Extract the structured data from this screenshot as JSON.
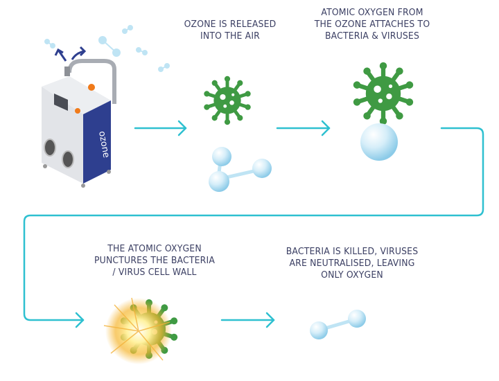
{
  "steps": [
    {
      "caption": "OZONE IS RELEASED\nINTO THE AIR"
    },
    {
      "caption": "ATOMIC OXYGEN FROM\nTHE OZONE ATTACHES TO\nBACTERIA & VIRUSES"
    },
    {
      "caption": "THE ATOMIC OXYGEN\nPUNCTURES THE BACTERIA\n/ VIRUS CELL WALL"
    },
    {
      "caption": "BACTERIA IS KILLED, VIRUSES\nARE NEUTRALISED, LEAVING\nONLY OXYGEN"
    }
  ],
  "machine": {
    "brand": "ozone"
  },
  "colors": {
    "arrow": "#2ec0d0",
    "virus": "#3f9a43",
    "text": "#3b3f63",
    "machine_panel": "#2e3f8f",
    "bubble": "#bfe4f4"
  }
}
